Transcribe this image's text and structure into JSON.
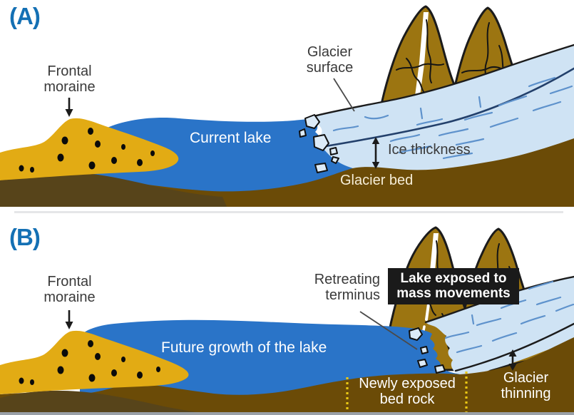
{
  "figure": {
    "panel_a": {
      "label": "(A)",
      "frontal_moraine": "Frontal\nmoraine",
      "glacier_surface": "Glacier\nsurface",
      "current_lake": "Current lake",
      "ice_thickness": "Ice thickness",
      "glacier_bed": "Glacier bed"
    },
    "panel_b": {
      "label": "(B)",
      "frontal_moraine": "Frontal\nmoraine",
      "retreating_terminus": "Retreating\nterminus",
      "mass_movements_box": "Lake exposed to\nmass movements",
      "future_growth": "Future growth of the lake",
      "newly_exposed": "Newly exposed\nbed rock",
      "glacier_thinning": "Glacier\nthinning"
    }
  },
  "colors": {
    "panel_label": "#1470b4",
    "lake_blue": "#2a74c8",
    "glacier_blue": "#cfe3f4",
    "crevasse_blue": "#5e92cc",
    "navy_line": "#23406b",
    "mountain_brown": "#9c7511",
    "moraine_yellow": "#e2ab14",
    "bed_brown": "#6b4b07",
    "hill_brown": "#57441a",
    "label_dark": "#3a3a3a",
    "cream_text": "#f6eed8",
    "white_text": "#ffffff",
    "box_black": "#1a1a1a",
    "dotted_yellow": "#e9c714",
    "bottom_bar": "#9aa0a7"
  }
}
